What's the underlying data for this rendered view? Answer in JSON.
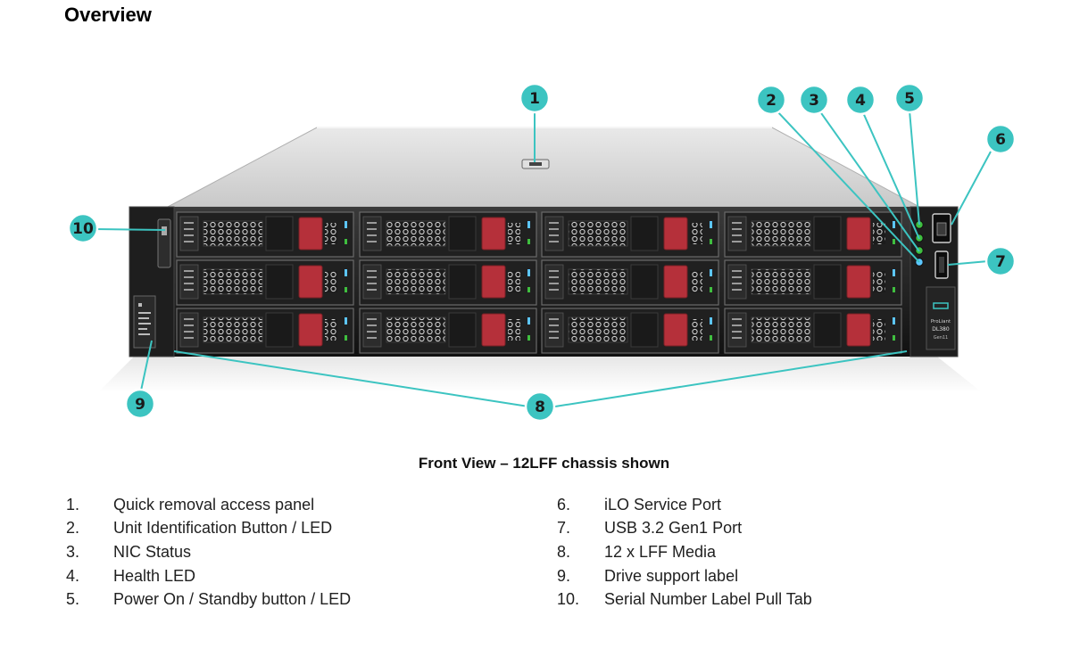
{
  "page": {
    "title": "Overview"
  },
  "figure": {
    "caption": "Front View – 12LFF chassis shown",
    "callouts": [
      "1",
      "2",
      "3",
      "4",
      "5",
      "6",
      "7",
      "8",
      "9",
      "10"
    ],
    "chassis_badge": {
      "line1": "ProLiant",
      "line2": "DL380",
      "line3": "Gen11"
    },
    "accent_color": "#3cc4c1",
    "led_colors": [
      "#3fbf3f",
      "#3fbf3f",
      "#3fbf3f",
      "#5cc6ff"
    ]
  },
  "legend": {
    "left": [
      {
        "num": "1.",
        "label": "Quick removal access panel"
      },
      {
        "num": "2.",
        "label": "Unit Identification Button / LED"
      },
      {
        "num": "3.",
        "label": "NIC Status"
      },
      {
        "num": "4.",
        "label": "Health LED"
      },
      {
        "num": "5.",
        "label": "Power On / Standby button / LED"
      }
    ],
    "right": [
      {
        "num": "6.",
        "label": "iLO Service Port"
      },
      {
        "num": "7.",
        "label": "USB 3.2 Gen1 Port"
      },
      {
        "num": "8.",
        "label": "12 x LFF Media"
      },
      {
        "num": "9.",
        "label": "Drive support label"
      },
      {
        "num": "10.",
        "label": "Serial Number Label Pull Tab"
      }
    ]
  }
}
